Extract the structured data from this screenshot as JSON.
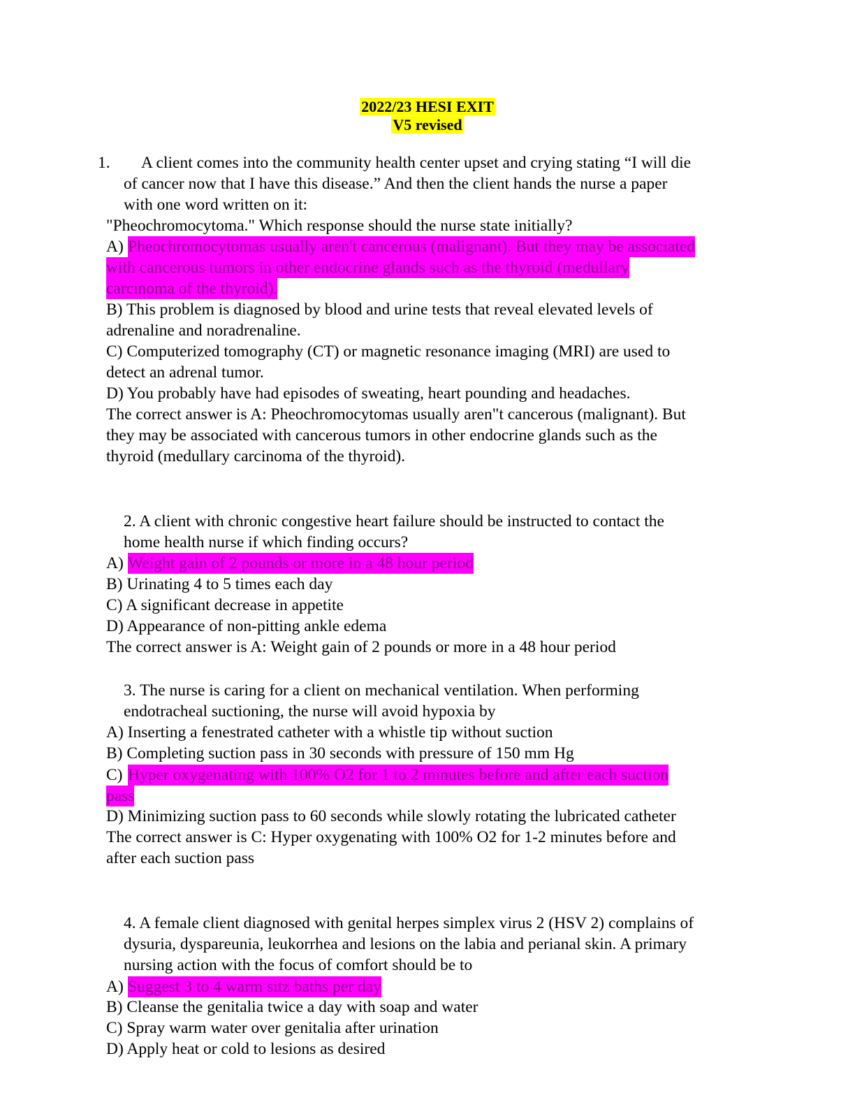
{
  "document": {
    "title_line1": "2022/23 HESI EXIT",
    "title_line2": "V5 revised",
    "highlight_color": "#ff00ff",
    "title_highlight_color": "#ffff00"
  },
  "questions": [
    {
      "number": "1.",
      "stem_lines": [
        "A client comes into the community health center upset and crying stating “I will die",
        "of cancer now that I have this disease.” And then the client hands the nurse a paper",
        "with one word written on it:",
        "\"Pheochromocytoma.\" Which response should the nurse state initially?"
      ],
      "options": {
        "a_prefix": "A)",
        "a_lines": [
          "Pheochromocytomas usually aren't cancerous (malignant). But they may be associated",
          "with cancerous tumors in other endocrine glands such as the thyroid (medullary",
          "carcinoma of the thyroid)."
        ],
        "b_lines": [
          "B) This problem is diagnosed by blood and urine tests that reveal elevated levels of",
          "adrenaline and noradrenaline."
        ],
        "c_lines": [
          "C) Computerized tomography (CT) or magnetic resonance imaging (MRI) are used to",
          "detect an adrenal tumor."
        ],
        "d_lines": [
          "D) You probably have had episodes of sweating, heart pounding and headaches."
        ]
      },
      "answer_lines": [
        "The correct answer is A: Pheochromocytomas usually aren\"t cancerous (malignant). But",
        "they may be associated with cancerous tumors in other endocrine glands such as the",
        "thyroid (medullary carcinoma of the thyroid)."
      ],
      "correct": "A"
    },
    {
      "number": "2.",
      "stem_lines": [
        "2. A client with chronic congestive heart failure should be instructed to contact the",
        "home health nurse if which finding occurs?"
      ],
      "options": {
        "a_prefix": "A)",
        "a_text": "Weight gain of 2 pounds or more in a 48 hour period",
        "b": "B) Urinating 4 to 5 times each day",
        "c": "C) A significant decrease in appetite",
        "d": "D) Appearance of non-pitting ankle edema"
      },
      "answer": "The correct answer is A: Weight gain of 2 pounds or more in a 48 hour period",
      "correct": "A"
    },
    {
      "number": "3.",
      "stem_lines": [
        "3. The nurse is caring for a client on mechanical ventilation. When performing",
        "endotracheal suctioning, the nurse will avoid hypoxia by"
      ],
      "options": {
        "a": "A) Inserting a fenestrated catheter with a whistle tip without suction",
        "b": "B) Completing suction pass in 30 seconds with pressure of 150 mm Hg",
        "c_prefix": "C)",
        "c_lines": [
          "Hyper oxygenating with 100% O2 for 1 to 2 minutes before and after each suction",
          "pass"
        ],
        "d": "D) Minimizing suction pass to 60 seconds while slowly rotating the lubricated catheter"
      },
      "answer_lines": [
        "The correct answer is C: Hyper oxygenating with 100% O2 for 1-2 minutes before and",
        "after each suction pass"
      ],
      "correct": "C"
    },
    {
      "number": "4.",
      "stem_lines": [
        "4. A female client diagnosed with genital herpes simplex virus 2 (HSV 2) complains of",
        "dysuria, dyspareunia, leukorrhea and lesions on the labia and perianal skin. A primary",
        "nursing action with the focus of comfort should be to"
      ],
      "options": {
        "a_prefix": "A)",
        "a_text": "Suggest 3 to 4 warm sitz baths per day",
        "b": "B) Cleanse the genitalia twice a day with soap and water",
        "c": "C) Spray warm water over genitalia after urination",
        "d": "D) Apply heat or cold to lesions as desired"
      },
      "correct": "A"
    }
  ]
}
